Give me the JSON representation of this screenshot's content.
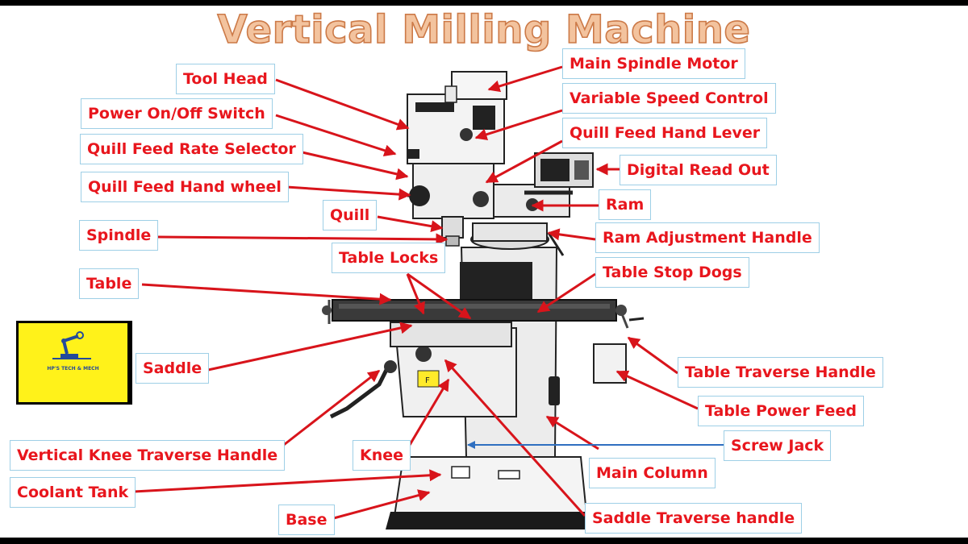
{
  "title": "Vertical Milling Machine",
  "labels": {
    "tool_head": "Tool Head",
    "power_switch": "Power On/Off Switch",
    "quill_feed_rate_selector": "Quill Feed Rate Selector",
    "quill_feed_hand_wheel": "Quill Feed Hand wheel",
    "quill": "Quill",
    "spindle": "Spindle",
    "table_locks": "Table Locks",
    "table": "Table",
    "saddle": "Saddle",
    "vertical_knee_traverse_handle": "Vertical Knee Traverse Handle",
    "coolant_tank": "Coolant Tank",
    "base": "Base",
    "knee": "Knee",
    "main_spindle_motor": "Main Spindle Motor",
    "variable_speed_control": "Variable Speed Control",
    "quill_feed_hand_lever": "Quill Feed Hand Lever",
    "digital_read_out": "Digital Read Out",
    "ram": "Ram",
    "ram_adjustment_handle": "Ram Adjustment Handle",
    "table_stop_dogs": "Table Stop Dogs",
    "table_traverse_handle": "Table Traverse Handle",
    "table_power_feed": "Table Power Feed",
    "screw_jack": "Screw Jack",
    "main_column": "Main Column",
    "saddle_traverse_handle": "Saddle Traverse handle"
  },
  "logo": {
    "text": "HP'S TECH & MECH",
    "icon": "robot-arm-icon"
  },
  "colors": {
    "label_text": "#e8161d",
    "label_border": "#9ecfe6",
    "arrow": "#d8141b",
    "screw_jack_arrow": "#2f6fc0",
    "title_fill": "#f3c39e",
    "title_stroke": "#cc7a48",
    "logo_bg": "#fff21a"
  }
}
